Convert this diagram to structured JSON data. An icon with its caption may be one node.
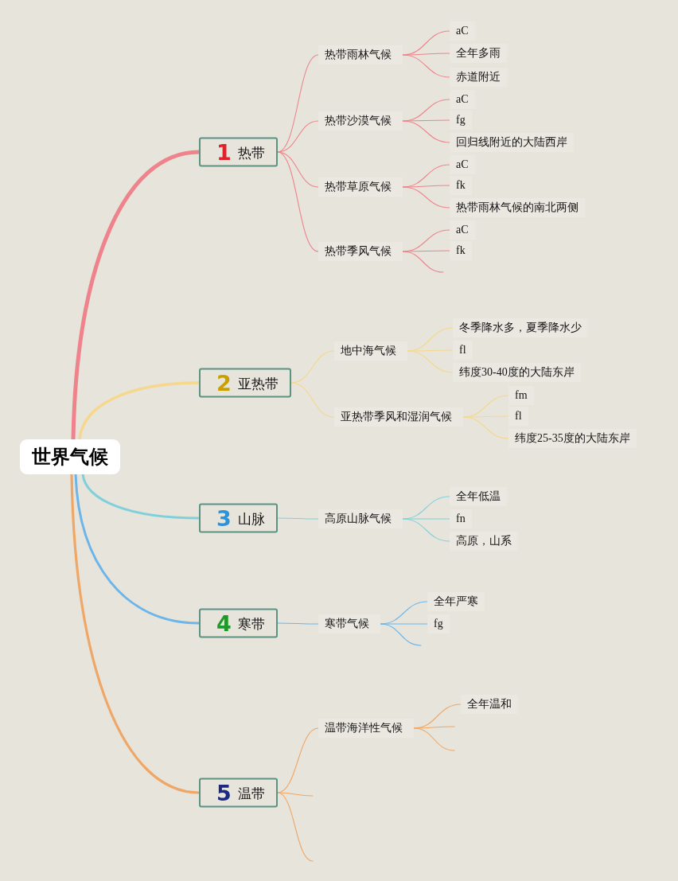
{
  "diagram": {
    "nodes": [
      {
        "text": [
          "世界气候"
        ]
      },
      {
        "text": [
          "1",
          "热带"
        ]
      },
      {
        "text": [
          "热带雨林气候"
        ]
      },
      {
        "text": [
          "aC"
        ]
      },
      {
        "text": [
          "全年多雨"
        ]
      },
      {
        "text": [
          "赤道附近"
        ]
      },
      {
        "text": [
          "热带沙漠气候"
        ]
      },
      {
        "text": [
          "aC"
        ]
      },
      {
        "text": [
          "fg"
        ]
      },
      {
        "text": [
          "回归线附近的大陆西岸"
        ]
      },
      {
        "text": [
          "热带草原气候"
        ]
      },
      {
        "text": [
          "aC"
        ]
      },
      {
        "text": [
          "fk"
        ]
      },
      {
        "text": [
          "热带雨林气候的南北两侧"
        ]
      },
      {
        "text": [
          "热带季风气候"
        ]
      },
      {
        "text": [
          "aC"
        ]
      },
      {
        "text": [
          "fk"
        ]
      },
      {
        "text": [
          "2",
          "亚热带"
        ]
      },
      {
        "text": [
          "地中海气候"
        ]
      },
      {
        "text": [
          "冬季降水多，夏季降水少"
        ]
      },
      {
        "text": [
          "fl"
        ]
      },
      {
        "text": [
          "纬度30-40度的大陆东岸"
        ]
      },
      {
        "text": [
          "亚热带季风和湿润气候"
        ]
      },
      {
        "text": [
          "fm"
        ]
      },
      {
        "text": [
          "fl"
        ]
      },
      {
        "text": [
          "纬度25-35度的大陆东岸"
        ]
      },
      {
        "text": [
          "3",
          "山脉"
        ]
      },
      {
        "text": [
          "高原山脉气候"
        ]
      },
      {
        "text": [
          "全年低温"
        ]
      },
      {
        "text": [
          "fn"
        ]
      },
      {
        "text": [
          "高原，山系"
        ]
      },
      {
        "text": [
          "4",
          "寒带"
        ]
      },
      {
        "text": [
          "寒带气候"
        ]
      },
      {
        "text": [
          "全年严寒"
        ]
      },
      {
        "text": [
          "fg"
        ]
      },
      {
        "text": [
          "5",
          "温带"
        ]
      },
      {
        "text": [
          "温带海洋性气候"
        ]
      },
      {
        "text": [
          "全年温和"
        ]
      }
    ],
    "edges": [
      {
        "from": 0,
        "to": 1,
        "arrow": "none",
        "style": "thick"
      },
      {
        "from": 1,
        "to": 2,
        "arrow": "none"
      },
      {
        "from": 2,
        "to": 3,
        "arrow": "none"
      },
      {
        "from": 2,
        "to": 4,
        "arrow": "none"
      },
      {
        "from": 2,
        "to": 5,
        "arrow": "none"
      },
      {
        "from": 1,
        "to": 6,
        "arrow": "none"
      },
      {
        "from": 6,
        "to": 7,
        "arrow": "none"
      },
      {
        "from": 6,
        "to": 8,
        "arrow": "none"
      },
      {
        "from": 6,
        "to": 9,
        "arrow": "none"
      },
      {
        "from": 1,
        "to": 10,
        "arrow": "none"
      },
      {
        "from": 10,
        "to": 11,
        "arrow": "none"
      },
      {
        "from": 10,
        "to": 12,
        "arrow": "none"
      },
      {
        "from": 10,
        "to": 13,
        "arrow": "none"
      },
      {
        "from": 1,
        "to": 14,
        "arrow": "none"
      },
      {
        "from": 14,
        "to": 15,
        "arrow": "none"
      },
      {
        "from": 14,
        "to": 16,
        "arrow": "none"
      },
      {
        "from": 14,
        "to": null,
        "arrow": "none"
      },
      {
        "from": 0,
        "to": 17,
        "arrow": "none",
        "style": "thick",
        "color": "#f6d78c"
      },
      {
        "from": 17,
        "to": 18,
        "arrow": "none",
        "color": "#f6d78c"
      },
      {
        "from": 18,
        "to": 19,
        "arrow": "none",
        "color": "#f6d78c"
      },
      {
        "from": 18,
        "to": 20,
        "arrow": "none",
        "color": "#f6d78c"
      },
      {
        "from": 18,
        "to": 21,
        "arrow": "none",
        "color": "#f6d78c"
      },
      {
        "from": 17,
        "to": 22,
        "arrow": "none",
        "color": "#f6d78c"
      },
      {
        "from": 22,
        "to": 23,
        "arrow": "none",
        "color": "#f6d78c"
      },
      {
        "from": 22,
        "to": 24,
        "arrow": "none",
        "color": "#f6d78c"
      },
      {
        "from": 22,
        "to": 25,
        "arrow": "none",
        "color": "#f6d78c"
      },
      {
        "from": 0,
        "to": 26,
        "arrow": "none",
        "style": "thick",
        "color": "#80d0da"
      },
      {
        "from": 26,
        "to": 27,
        "arrow": "none",
        "color": "#80d0da"
      },
      {
        "from": 27,
        "to": 28,
        "arrow": "none",
        "color": "#80d0da"
      },
      {
        "from": 27,
        "to": 29,
        "arrow": "none",
        "color": "#80d0da"
      },
      {
        "from": 27,
        "to": 30,
        "arrow": "none",
        "color": "#80d0da"
      },
      {
        "from": 0,
        "to": 31,
        "arrow": "none",
        "style": "thick",
        "color": "#6cb5ea"
      },
      {
        "from": 31,
        "to": 32,
        "arrow": "none",
        "color": "#6cb5ea"
      },
      {
        "from": 32,
        "to": 33,
        "arrow": "none",
        "color": "#6cb5ea"
      },
      {
        "from": 32,
        "to": 34,
        "arrow": "none",
        "color": "#6cb5ea"
      },
      {
        "from": 32,
        "to": null,
        "arrow": "none",
        "color": "#6cb5ea"
      },
      {
        "from": 0,
        "to": 35,
        "arrow": "none",
        "style": "thick",
        "color": "#eea766"
      },
      {
        "from": 35,
        "to": 36,
        "arrow": "none",
        "color": "#eea766"
      },
      {
        "from": 36,
        "to": 37,
        "arrow": "none",
        "color": "#eea766"
      },
      {
        "from": 36,
        "to": null,
        "arrow": "none",
        "color": "#eea766"
      },
      {
        "from": 36,
        "to": null,
        "arrow": "none",
        "color": "#eea766"
      },
      {
        "from": 35,
        "to": null,
        "arrow": "none",
        "color": "#eea766"
      },
      {
        "from": 35,
        "to": null,
        "arrow": "none",
        "color": "#eea766"
      }
    ]
  }
}
